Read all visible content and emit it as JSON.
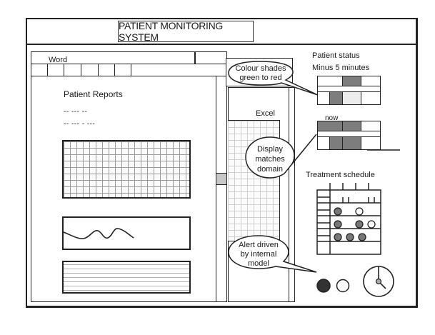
{
  "window": {
    "title": "PATIENT MONITORING SYSTEM"
  },
  "word_panel": {
    "app_label": "Word",
    "toolbar_buttons": 6,
    "heading": "Patient Reports",
    "text_lines": [
      "-- --- --",
      "-- --- - ---"
    ],
    "content_blocks": [
      "grid-chart",
      "waveform",
      "dotted-text-block"
    ]
  },
  "excel_panel": {
    "app_label": "Excel"
  },
  "callouts": {
    "colour": "Colour shades green to red",
    "colour_lines": [
      "Colour shades",
      "green to red"
    ],
    "display": "Display matches domain",
    "display_lines": [
      "Display",
      "matches",
      "domain"
    ],
    "alert": "Alert driven by internal model",
    "alert_lines": [
      "Alert driven",
      "by internal",
      "model"
    ]
  },
  "patient_status": {
    "title": "Patient status",
    "minus_label": "Minus 5 minutes",
    "now_label": "now",
    "minus_grid": [
      [
        "empty",
        "dark",
        "empty"
      ],
      [
        "empty",
        "dark",
        "light",
        "empty"
      ]
    ],
    "now_grid": [
      [
        "dark",
        "dark",
        "empty"
      ],
      [
        "empty",
        "dark",
        "dark",
        "empty"
      ]
    ]
  },
  "treatment_schedule": {
    "title": "Treatment schedule",
    "rows": [
      [
        "filled",
        "open"
      ],
      [
        "filled",
        "filled",
        "open"
      ],
      [
        "filled",
        "filled",
        "filled"
      ]
    ]
  },
  "alerts": {
    "indicators": [
      "filled",
      "open"
    ],
    "icons": [
      "alert-light-on",
      "alert-light-off",
      "clock"
    ]
  },
  "colors": {
    "line": "#222222",
    "dark_cell": "#7d7d7d",
    "light_cell": "#ececec"
  }
}
